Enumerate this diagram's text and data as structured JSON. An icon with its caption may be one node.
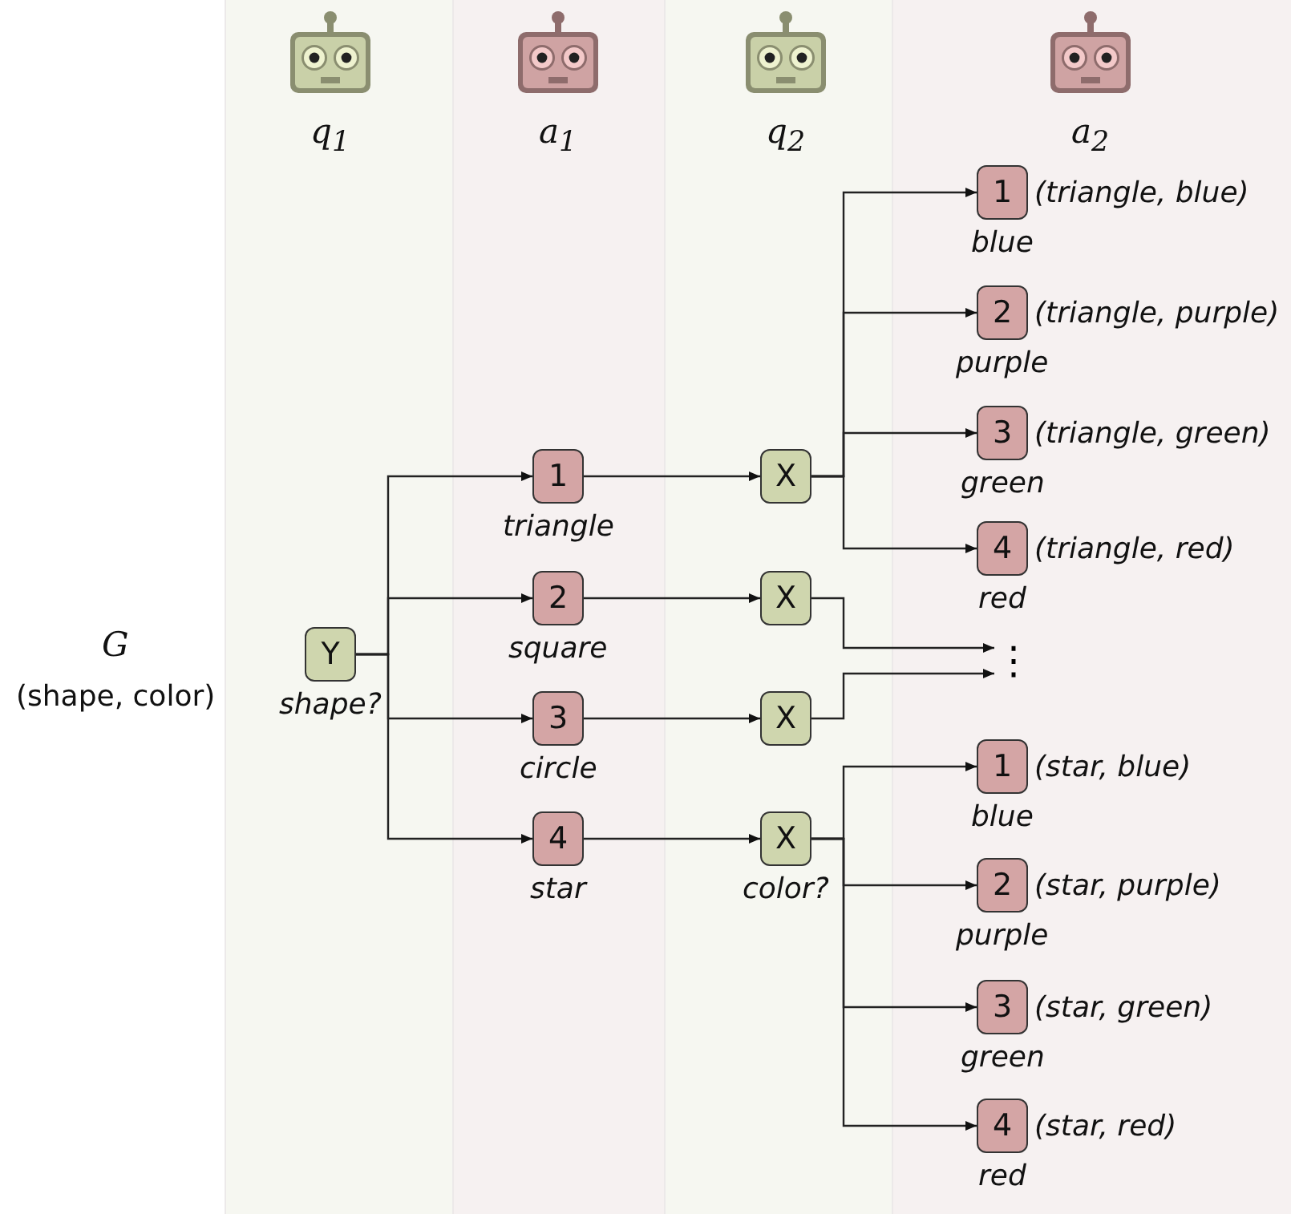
{
  "diagram": {
    "nodes": [
      {
        "text": [
          "Y"
        ],
        "beside": [
          "shape?"
        ]
      },
      {
        "text": [
          "1"
        ],
        "beside": [
          "triangle"
        ]
      },
      {
        "text": [
          "2"
        ],
        "beside": [
          "square"
        ]
      },
      {
        "text": [
          "3"
        ],
        "beside": [
          "circle"
        ]
      },
      {
        "text": [
          "4"
        ],
        "beside": [
          "star"
        ]
      },
      {
        "text": [
          "X"
        ]
      },
      {
        "text": [
          "X"
        ]
      },
      {
        "text": [
          "X"
        ]
      },
      {
        "text": [
          "X"
        ],
        "beside": [
          "color?"
        ]
      },
      {
        "text": [
          "1"
        ],
        "beside": [
          "(triangle, blue)",
          "blue"
        ]
      },
      {
        "text": [
          "2"
        ],
        "beside": [
          "(triangle, purple)",
          "purple"
        ]
      },
      {
        "text": [
          "3"
        ],
        "beside": [
          "(triangle, green)",
          "green"
        ]
      },
      {
        "text": [
          "4"
        ],
        "beside": [
          "(triangle, red)",
          "red"
        ]
      },
      {
        "text": [
          "⋮"
        ]
      },
      {
        "text": [
          "1"
        ],
        "beside": [
          "(star, blue)",
          "blue"
        ]
      },
      {
        "text": [
          "2"
        ],
        "beside": [
          "(star, purple)",
          "purple"
        ]
      },
      {
        "text": [
          "3"
        ],
        "beside": [
          "(star, green)",
          "green"
        ]
      },
      {
        "text": [
          "4"
        ],
        "beside": [
          "(star, red)",
          "red"
        ]
      }
    ],
    "edges": [
      {
        "from": 0,
        "to": 1,
        "arrow": "to"
      },
      {
        "from": 0,
        "to": 2,
        "arrow": "to"
      },
      {
        "from": 0,
        "to": 3,
        "arrow": "to"
      },
      {
        "from": 0,
        "to": 4,
        "arrow": "to"
      },
      {
        "from": 1,
        "to": 5,
        "arrow": "to"
      },
      {
        "from": 2,
        "to": 6,
        "arrow": "to"
      },
      {
        "from": 3,
        "to": 7,
        "arrow": "to"
      },
      {
        "from": 4,
        "to": 8,
        "arrow": "to"
      },
      {
        "from": 5,
        "to": 9,
        "arrow": "to"
      },
      {
        "from": 5,
        "to": 10,
        "arrow": "to"
      },
      {
        "from": 5,
        "to": 11,
        "arrow": "to"
      },
      {
        "from": 5,
        "to": 12,
        "arrow": "to"
      },
      {
        "from": 6,
        "to": 13,
        "arrow": "to"
      },
      {
        "from": 7,
        "to": 13,
        "arrow": "to"
      },
      {
        "from": 8,
        "to": 14,
        "arrow": "to"
      },
      {
        "from": 8,
        "to": 15,
        "arrow": "to"
      },
      {
        "from": 8,
        "to": 16,
        "arrow": "to"
      },
      {
        "from": 8,
        "to": 17,
        "arrow": "to"
      }
    ],
    "labels": [
      "q$_{1}$",
      "a$_{1}$",
      "q$_{2}$",
      "a$_{2}$",
      "G",
      "(shape, color)"
    ]
  }
}
